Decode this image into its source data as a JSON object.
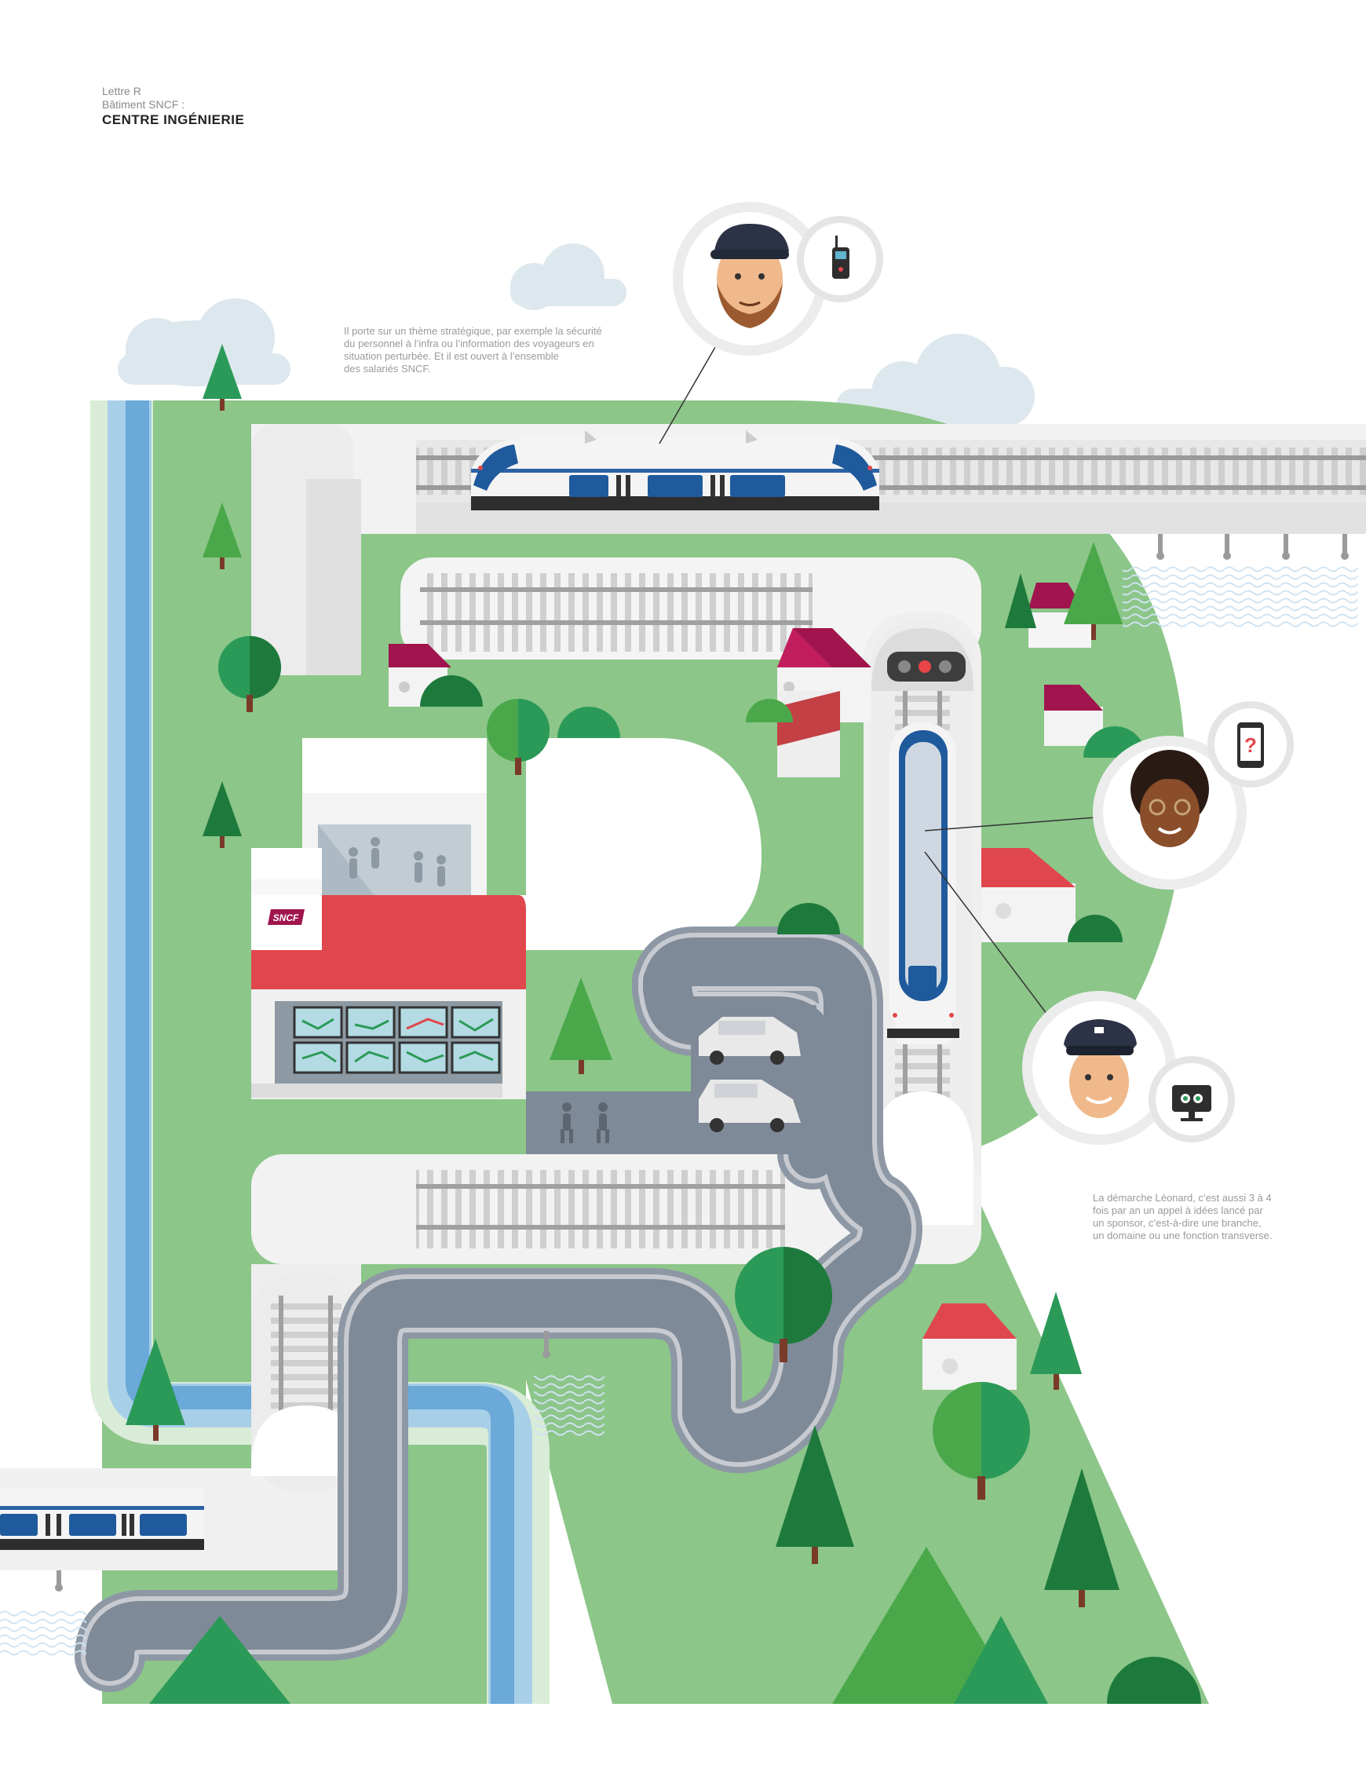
{
  "header": {
    "line1": "Lettre R",
    "line2": "Bâtiment SNCF :",
    "title": "CENTRE INGÉNIERIE"
  },
  "notes": {
    "top": [
      "Il porte sur un thème stratégique, par exemple la sécurité",
      "du personnel à l’infra ou l’information des voyageurs en",
      "situation perturbée. Et il est ouvert à l’ensemble",
      "des salariés SNCF."
    ],
    "right": [
      "La démarche Léonard, c’est aussi 3 à 4",
      "fois par an  un appel à idées lancé par",
      "un sponsor, c’est-à-dire une branche,",
      "un domaine ou une fonction transverse."
    ]
  },
  "station": {
    "logo": "SNCF"
  },
  "bubbles": [
    {
      "person": "bearded-man-with-cap",
      "device": "walkie-talkie-icon"
    },
    {
      "person": "woman-with-glasses",
      "device": "smartphone-question-icon"
    },
    {
      "person": "conductor-with-cap",
      "device": "monitor-icon"
    }
  ],
  "colors": {
    "grass": "#8cc689",
    "river": "#6aa9d8",
    "road": "#7f8a98",
    "sncf_red": "#e0474c",
    "train_blue": "#1f5a9c",
    "roof_purple": "#a0154e",
    "tree_dark": "#1e7a3c",
    "tree_light": "#4aa84a"
  }
}
